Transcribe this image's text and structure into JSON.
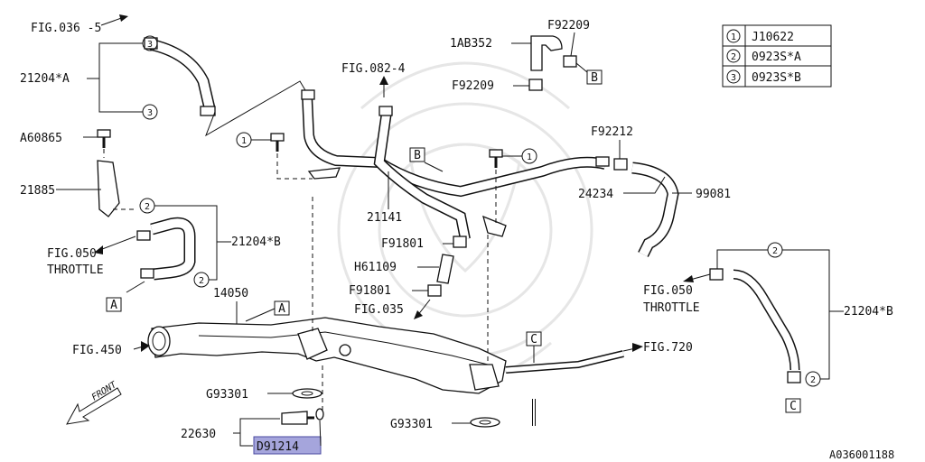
{
  "diagram": {
    "code": "A036001188",
    "legend": [
      {
        "num": "1",
        "part": "J10622"
      },
      {
        "num": "2",
        "part": "0923S*A"
      },
      {
        "num": "3",
        "part": "0923S*B"
      }
    ],
    "labels": {
      "fig036": "FIG.036 -5",
      "p21204a": "21204*A",
      "a60865": "A60865",
      "p21885": "21885",
      "fig050a": "FIG.050",
      "throttle_a": "THROTTLE",
      "p21204b_left": "21204*B",
      "p14050": "14050",
      "fig450": "FIG.450",
      "front": "FRONT",
      "g93301_left": "G93301",
      "p22630": "22630",
      "d91214": "D91214",
      "fig082": "FIG.082-4",
      "p1ab352": "1AB352",
      "f92209_top": "F92209",
      "f92209_mid": "F92209",
      "p21141": "21141",
      "f91801_top": "F91801",
      "h61109": "H61109",
      "f91801_bot": "F91801",
      "fig035": "FIG.035",
      "g93301_right": "G93301",
      "fig720": "FIG.720",
      "f92212": "F92212",
      "p24234": "24234",
      "p99081": "99081",
      "fig050b": "FIG.050",
      "throttle_b": "THROTTLE",
      "p21204b_right": "21204*B"
    },
    "callouts": {
      "c3_top": "3",
      "c3_bot": "3",
      "c1_left": "1",
      "c1_right": "1",
      "c2_a": "2",
      "c2_b": "2",
      "c2_c": "2",
      "c2_d": "2"
    },
    "refs": {
      "a1": "A",
      "a2": "A",
      "b1": "B",
      "b2": "B",
      "c1": "C",
      "c2": "C"
    }
  }
}
